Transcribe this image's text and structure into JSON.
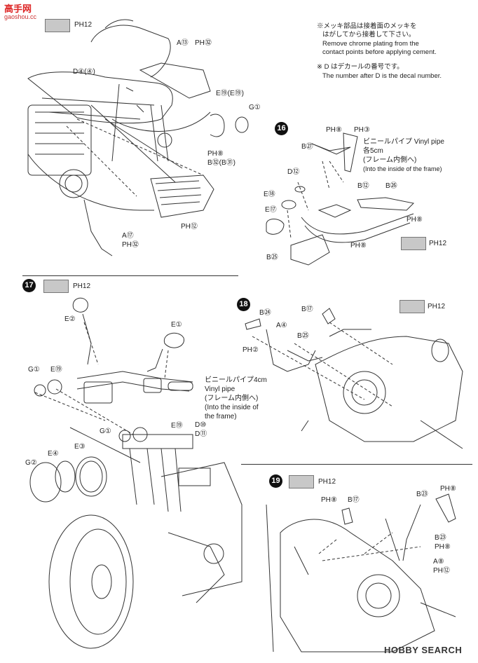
{
  "watermark": {
    "site_cn": "高手网",
    "site_url": "gaoshou.cc",
    "footer_brand": "HOBBY SEARCH"
  },
  "top_panel": {
    "paint_ref": "PH12",
    "labels": {
      "a13": "A⑬",
      "a13_paint": "PH㉜",
      "d4": "D④(④)",
      "e19": "E⑲(E⑲)",
      "g1": "G①",
      "ph8": "PH⑧",
      "b32": "B㉜(B㉛)",
      "ph12": "PH⑫",
      "a17": "A⑰",
      "ph32": "PH㉜"
    }
  },
  "notes": {
    "chrome_jp": "※メッキ部品は接着面のメッキを",
    "chrome_jp2": "はがしてから接着して下さい。",
    "chrome_en1": "Remove chrome plating from the",
    "chrome_en2": "contact points before applying cement.",
    "decal_jp": "※ D はデカールの番号です。",
    "decal_en": "The number after D is the decal number."
  },
  "step16": {
    "number": "16",
    "paint_ref": "PH12",
    "labels": {
      "ph8a": "PH⑧",
      "ph3": "PH③",
      "b27": "B㉗",
      "vinyl1": "ビニールパイプ Vinyl pipe",
      "vinyl2": "各5cm",
      "vinyl3": "(フレーム内側へ)",
      "vinyl4": "(Into the inside of the frame)",
      "d12": "D⑫",
      "e18": "E⑱",
      "e17": "E⑰",
      "b12": "B⑫",
      "b26": "B㉖",
      "ph8b": "PH⑧",
      "ph8c": "PH⑧",
      "b25": "B㉕"
    }
  },
  "step17": {
    "number": "17",
    "paint_ref": "PH12",
    "labels": {
      "e2": "E②",
      "e1": "E①",
      "g1a": "G①",
      "e19a": "E⑲",
      "vinyl1": "ビニールパイプ4cm",
      "vinyl2": "Vinyl pipe",
      "vinyl3": "(フレーム内側へ)",
      "vinyl4": "(Into the inside of",
      "vinyl5": "the frame)",
      "g1b": "G①",
      "e19b": "E⑲",
      "d10": "D⑩",
      "d11": "D⑪",
      "g2": "G②",
      "e4": "E④",
      "e3": "E③"
    }
  },
  "step18": {
    "number": "18",
    "paint_ref": "PH12",
    "labels": {
      "b24": "B㉔",
      "a4": "A④",
      "b17": "B⑰",
      "b25": "B㉕",
      "ph2": "PH②"
    }
  },
  "step19": {
    "number": "19",
    "paint_ref": "PH12",
    "labels": {
      "ph8a": "PH⑧",
      "b17": "B⑰",
      "b23a": "B㉓",
      "ph8b": "PH⑧",
      "b23b": "B㉓",
      "ph8c": "PH⑧",
      "a8": "A⑧",
      "ph12": "PH⑫"
    }
  }
}
